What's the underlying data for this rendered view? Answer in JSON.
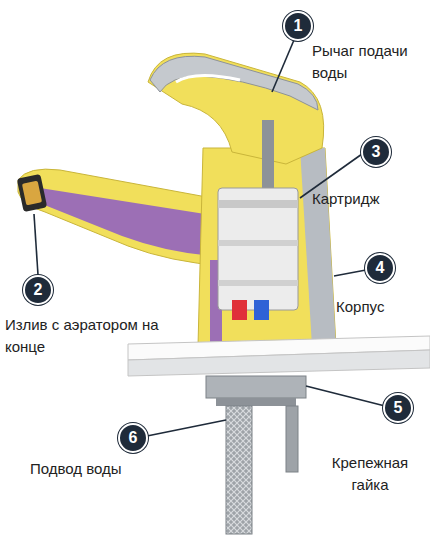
{
  "diagram": {
    "nodes": [
      {
        "text": [
          "1"
        ]
      },
      {
        "text": [
          "2"
        ]
      },
      {
        "text": [
          "3"
        ]
      },
      {
        "text": [
          "4"
        ]
      },
      {
        "text": [
          "5"
        ]
      },
      {
        "text": [
          "6"
        ]
      }
    ],
    "labels": [
      "Рычаг подачи воды",
      "Излив с аэратором на конце",
      "Картридж",
      "Корпус",
      "Крепежная гайка",
      "Подвод воды"
    ]
  }
}
